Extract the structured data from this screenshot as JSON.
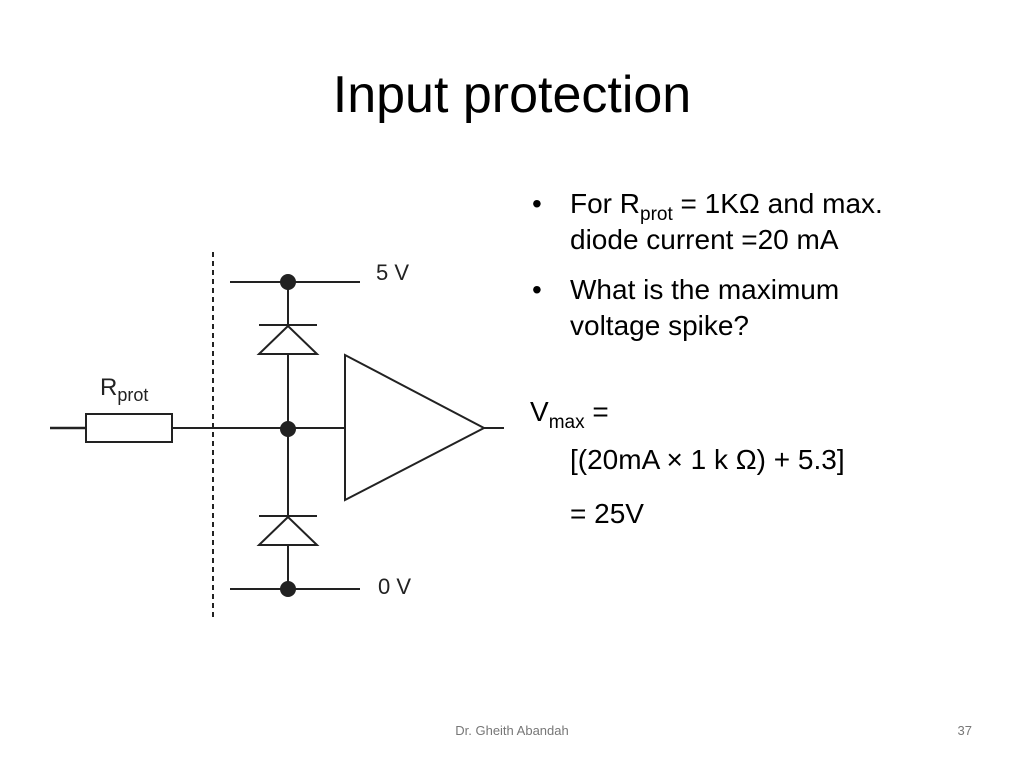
{
  "slide": {
    "title": "Input protection"
  },
  "diagram": {
    "resistor_label_main": "R",
    "resistor_label_sub": "prot",
    "top_rail_label": "5 V",
    "bottom_rail_label": "0 V"
  },
  "bullets": [
    {
      "line1_pre": "For R",
      "line1_sub": "prot",
      "line1_post": " = 1KΩ and max.",
      "line2": "diode current =20 mA"
    },
    {
      "line1": "What is the maximum",
      "line2": "voltage spike?"
    }
  ],
  "formula": {
    "var_main": "V",
    "var_sub": "max",
    "equals": " =",
    "expression": "[(20mA × 1 k Ω) + 5.3]",
    "result": "= 25V"
  },
  "footer": {
    "author": "Dr. Gheith Abandah",
    "page_number": "37"
  }
}
